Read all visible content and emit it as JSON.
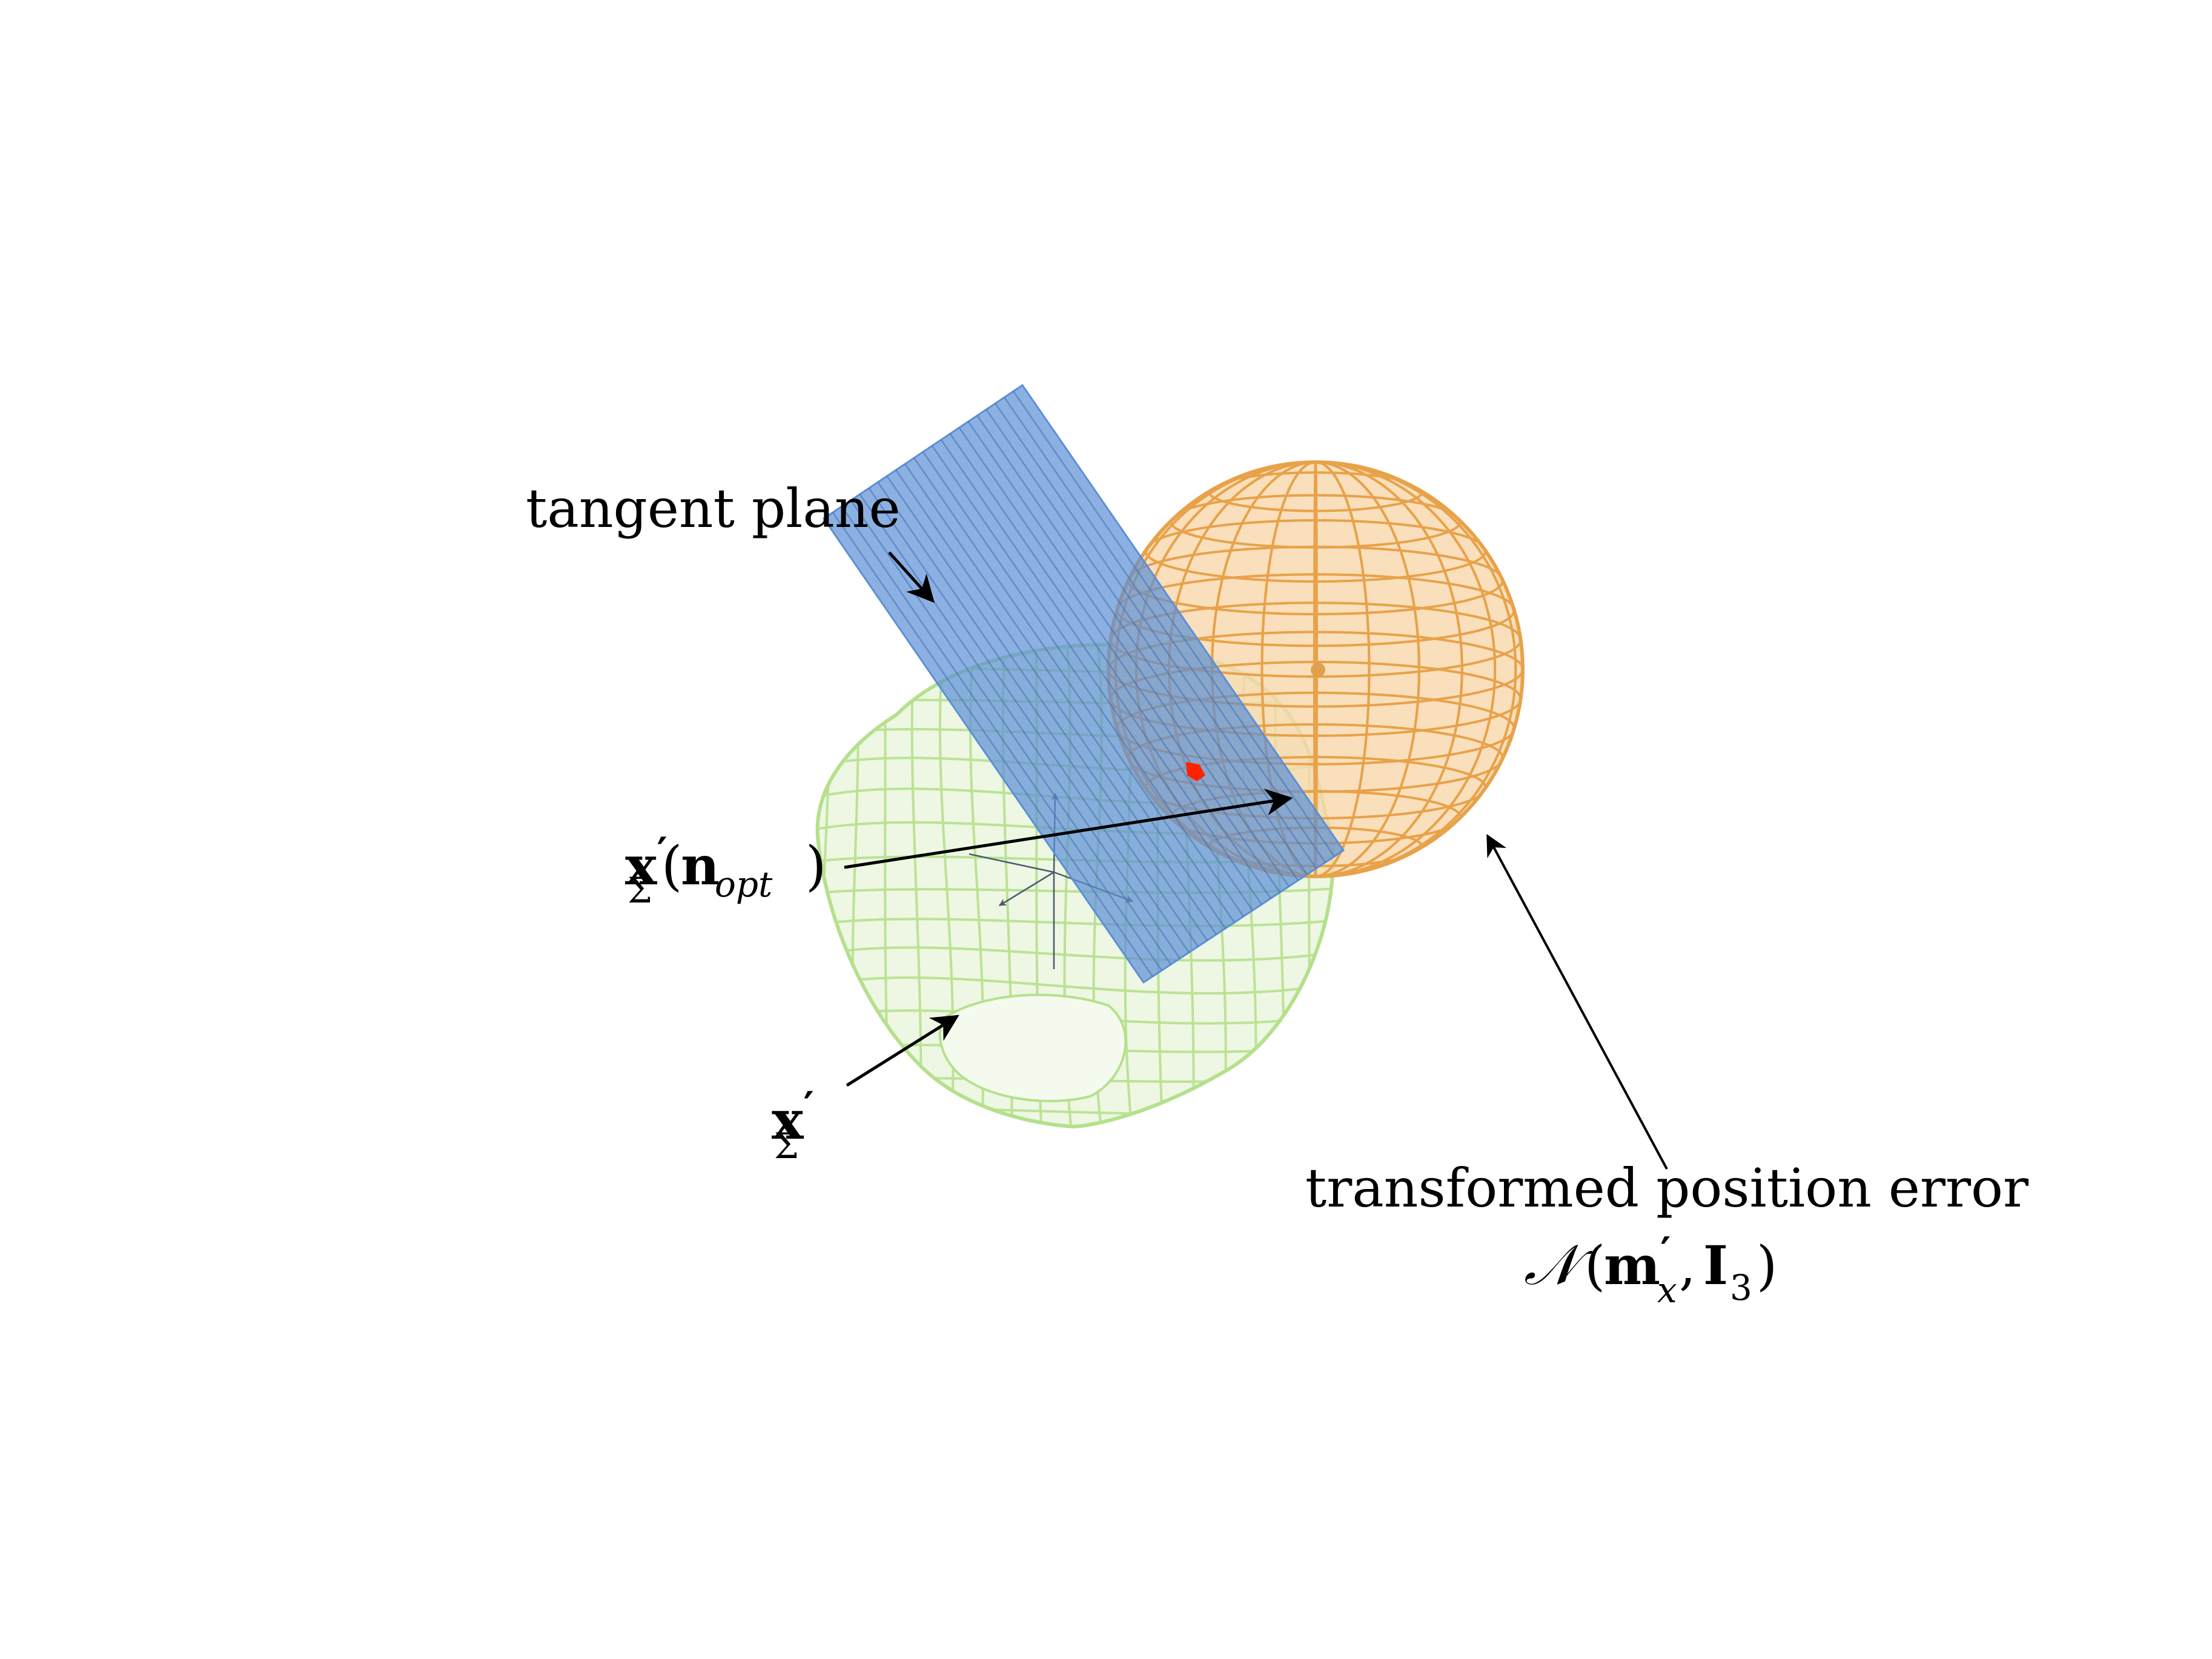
{
  "labels": {
    "tangent_plane": "tangent plane",
    "x_sigma_n_opt": {
      "symbol": "x",
      "prime": "′",
      "subscript": "Σ",
      "open": "(",
      "n": "n",
      "n_subscript": "opt",
      "close": ")"
    },
    "x_sigma": {
      "symbol": "x",
      "prime": "′",
      "subscript": "Σ"
    },
    "transformed_position_error": "transformed position error",
    "distribution": {
      "N": "𝒩",
      "open": "(",
      "m": "m",
      "prime": "′",
      "m_subscript": "x",
      "comma": ",",
      "I": "I",
      "I_subscript": "3",
      "close": ")"
    }
  },
  "colors": {
    "tangent_plane": "#5b8fd6",
    "tangent_plane_grid": "#3f6fb0",
    "surface_mesh": "#b5e08c",
    "surface_fill": "#eaf6de",
    "sphere_mesh": "#e8a24a",
    "sphere_fill": "#f7d7aa",
    "sphere_center": "#e0a050",
    "intersection_point": "#ff2200",
    "arrows": "#000000",
    "axes": "#4a5a70"
  }
}
